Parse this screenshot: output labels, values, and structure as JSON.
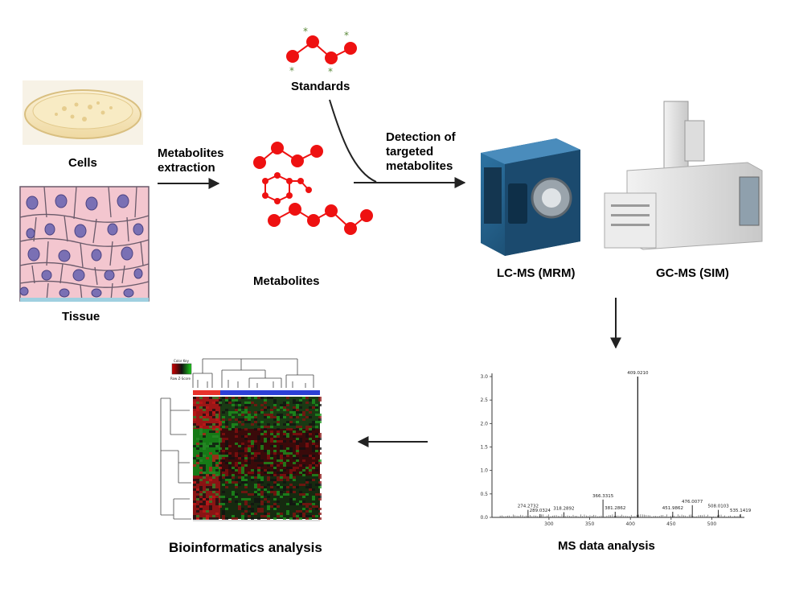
{
  "labels": {
    "cells": "Cells",
    "tissue": "Tissue",
    "extraction": "Metabolites\nextraction",
    "standards": "Standards",
    "metabolites": "Metabolites",
    "detection": "Detection of\ntargeted\nmetabolites",
    "lcms": "LC-MS (MRM)",
    "gcms": "GC-MS (SIM)",
    "ms_analysis": "MS data analysis",
    "bioinformatics": "Bioinformatics analysis"
  },
  "heatmap": {
    "color_key_title": "Color Key",
    "color_key_sub": "Row Z-Score",
    "group_colors": [
      "#e8322b",
      "#2c3fd6"
    ]
  },
  "colors": {
    "molecule": "#ee1111",
    "standard_star": "#5a8a3a",
    "arrow": "#222222",
    "cell_fill": "#f3c6cf",
    "nucleus": "#7a70b4",
    "instrument_blue": "#1f5a84"
  },
  "chart_data": {
    "type": "bar",
    "title": "",
    "xlabel": "",
    "ylabel": "",
    "xlim": [
      230,
      540
    ],
    "ylim": [
      0,
      3.0
    ],
    "x_ticks": [
      300,
      350,
      400,
      450,
      500
    ],
    "y_ticks": [
      0.0,
      0.5,
      1.0,
      1.5,
      2.0,
      2.5,
      3.0
    ],
    "y_tick_labels": [
      "0.0",
      "0.5",
      "1.0",
      "1.5",
      "2.0",
      "2.5",
      "3.0"
    ],
    "peaks": [
      {
        "mz": 274.2732,
        "intensity": 0.16,
        "label": "274.2732"
      },
      {
        "mz": 289.0324,
        "intensity": 0.07,
        "label": "289.0324"
      },
      {
        "mz": 318.2892,
        "intensity": 0.11,
        "label": "318.2892"
      },
      {
        "mz": 366.3315,
        "intensity": 0.38,
        "label": "366.3315"
      },
      {
        "mz": 381.2862,
        "intensity": 0.12,
        "label": "381.2862"
      },
      {
        "mz": 409.021,
        "intensity": 3.0,
        "label": "409.0210"
      },
      {
        "mz": 451.9862,
        "intensity": 0.12,
        "label": "451.9862"
      },
      {
        "mz": 476.0077,
        "intensity": 0.26,
        "label": "476.0077"
      },
      {
        "mz": 508.0103,
        "intensity": 0.16,
        "label": "508.0103"
      },
      {
        "mz": 535.1419,
        "intensity": 0.07,
        "label": "535.1419"
      }
    ]
  }
}
